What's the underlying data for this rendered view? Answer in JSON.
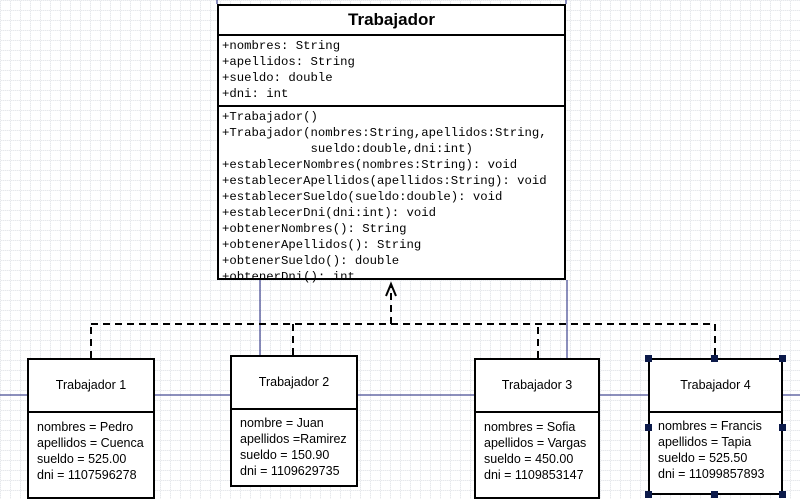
{
  "class": {
    "name": "Trabajador",
    "attributes": [
      "+nombres: String",
      "+apellidos: String",
      "+sueldo: double",
      "+dni: int"
    ],
    "methods": [
      "+Trabajador()",
      "+Trabajador(nombres:String,apellidos:String,",
      "            sueldo:double,dni:int)",
      "+establecerNombres(nombres:String): void",
      "+establecerApellidos(apellidos:String): void",
      "+establecerSueldo(sueldo:double): void",
      "+establecerDni(dni:int): void",
      "+obtenerNombres(): String",
      "+obtenerApellidos(): String",
      "+obtenerSueldo(): double",
      "+obtenerDni(): int"
    ]
  },
  "instances": [
    {
      "title": "Trabajador 1",
      "fields": [
        "nombres = Pedro",
        "apellidos = Cuenca",
        "sueldo = 525.00",
        "dni = 1107596278"
      ]
    },
    {
      "title": "Trabajador 2",
      "fields": [
        "nombre = Juan",
        "apellidos =Ramirez",
        "sueldo = 150.90",
        "dni = 1109629735"
      ]
    },
    {
      "title": "Trabajador 3",
      "fields": [
        "nombres = Sofia",
        "apellidos = Vargas",
        "sueldo = 450.00",
        "dni = 1109853147"
      ]
    },
    {
      "title": "Trabajador 4",
      "fields": [
        "nombres = Francis",
        "apellidos = Tapia",
        "sueldo = 525.50",
        "dni = 11099857893"
      ]
    }
  ],
  "colors": {
    "connector": "#000000",
    "guide_line": "#1a1f7a",
    "selection_handle": "#0c1a4a",
    "grid": "#c8ccd4"
  }
}
